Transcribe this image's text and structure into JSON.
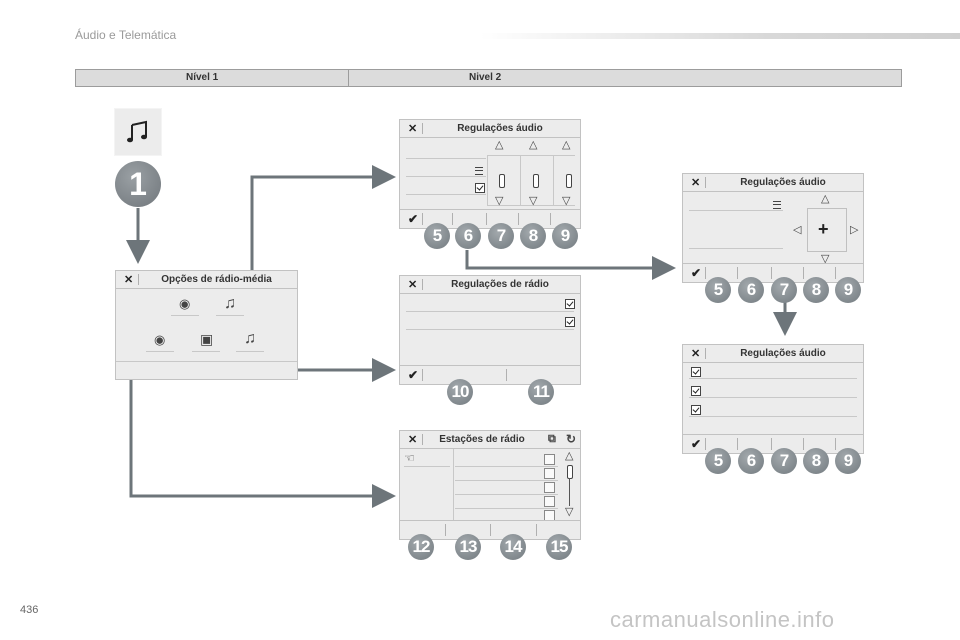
{
  "header": {
    "section_title": "Áudio e Telemática",
    "level1": "Nível 1",
    "level2": "Nivel 2"
  },
  "main_step": {
    "number": "1"
  },
  "screens": {
    "radio_media_options": {
      "title": "Opções de rádio-média"
    },
    "audio_settings_eq": {
      "title": "Regulações áudio",
      "badges": [
        "5",
        "6",
        "7",
        "8",
        "9"
      ]
    },
    "radio_settings": {
      "title": "Regulações de rádio",
      "badges": [
        "10",
        "11"
      ]
    },
    "radio_stations": {
      "title": "Estações de rádio",
      "badges": [
        "12",
        "13",
        "14",
        "15"
      ]
    },
    "audio_settings_balance": {
      "title": "Regulações áudio",
      "badges": [
        "5",
        "6",
        "7",
        "8",
        "9"
      ]
    },
    "audio_settings_options": {
      "title": "Regulações áudio",
      "badges": [
        "5",
        "6",
        "7",
        "8",
        "9"
      ]
    }
  },
  "icons": {
    "close": "close-icon",
    "confirm": "checkmark-icon",
    "music": "music-note-icon",
    "radio": "radio-antenna-icon",
    "media": "media-source-icon",
    "list": "list-icon",
    "check": "checkbox-icon",
    "arrow_up": "arrow-up-icon",
    "arrow_down": "arrow-down-icon",
    "arrow_left": "arrow-left-icon",
    "arrow_right": "arrow-right-icon",
    "hand": "hand-icon",
    "refresh": "refresh-icon"
  },
  "colors": {
    "badge": "#7a8084",
    "connector": "#6d757a",
    "screen_bg": "#ececec"
  },
  "page": {
    "number": "436",
    "watermark": "carmanualsonline.info"
  }
}
